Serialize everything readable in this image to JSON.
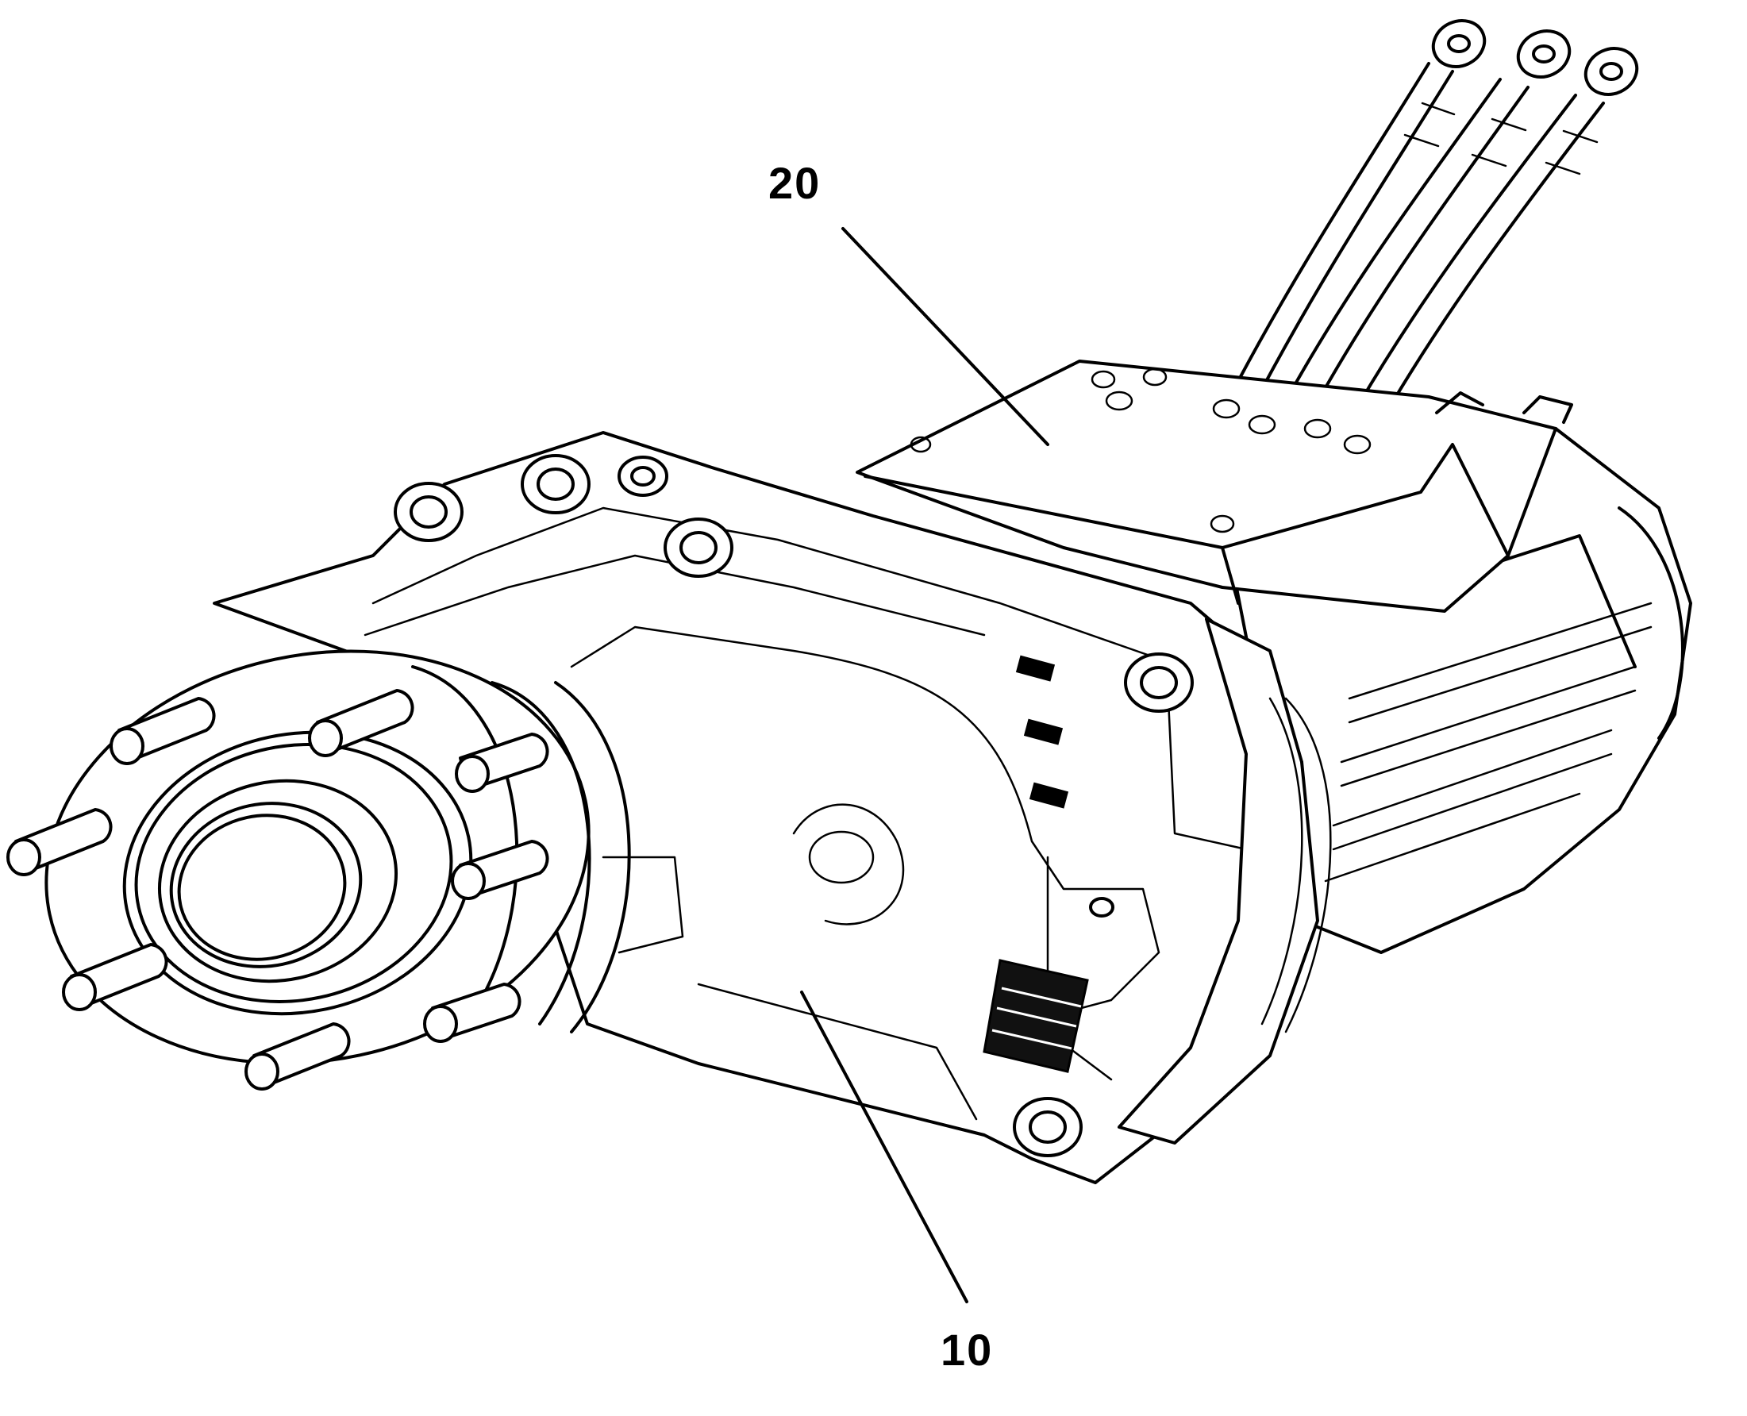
{
  "figure": {
    "labels": [
      {
        "id": "label-20",
        "text": "20"
      },
      {
        "id": "label-10",
        "text": "10"
      }
    ]
  }
}
